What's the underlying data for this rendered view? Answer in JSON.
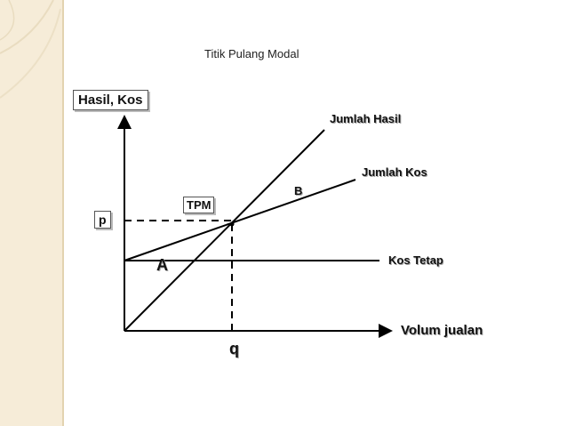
{
  "title": "Titik Pulang Modal",
  "y_axis_label": "Hasil, Kos",
  "x_axis_label": "Volum jualan",
  "lines": {
    "total_revenue": "Jumlah Hasil",
    "total_cost": "Jumlah Kos",
    "fixed_cost": "Kos Tetap"
  },
  "points": {
    "break_even": "TPM",
    "price_level": "p",
    "quantity": "q",
    "region_a": "A",
    "region_b": "B"
  },
  "colors": {
    "line": "#000000",
    "side_band": "#f6ecd8"
  }
}
